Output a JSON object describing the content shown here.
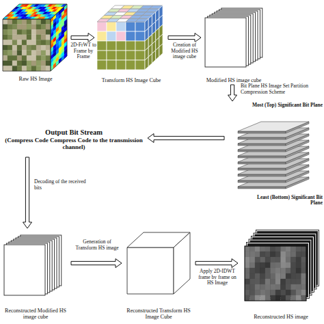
{
  "diagram": {
    "nodes": [
      {
        "text": [
          "Raw HS Image"
        ]
      },
      {
        "text": [
          "Transform HS Image Cube"
        ]
      },
      {
        "text": [
          "Modified HS image cube"
        ]
      },
      {
        "text": [
          "Most (Top) Significant Bit Plane",
          "Least (Bottom) Significant Bit Plane"
        ]
      },
      {
        "text": [
          "Output Bit Stream",
          "(Compress Code Compress Code to the transmission channel)"
        ]
      },
      {
        "text": [
          "Reconstructed Modified HS image cube"
        ]
      },
      {
        "text": [
          "Reconstructed Transform HS Image Cube"
        ]
      },
      {
        "text": [
          "Reconstructed HS image"
        ]
      }
    ],
    "edges": [
      {
        "from": 0,
        "to": 1,
        "arrow": "to",
        "label": "2D-FrWT to Frame by Frame"
      },
      {
        "from": 1,
        "to": 2,
        "arrow": "to",
        "label": "Creation of Modified HS image cube"
      },
      {
        "from": 2,
        "to": 3,
        "arrow": "to",
        "label": "Bit Plane HS Image Set Partition Compression Scheme"
      },
      {
        "from": 3,
        "to": 4,
        "arrow": "to"
      },
      {
        "from": 4,
        "to": 5,
        "arrow": "to",
        "label": "Decoding of the received bits"
      },
      {
        "from": 5,
        "to": 6,
        "arrow": "to",
        "label": "Generation of Transform HS image"
      },
      {
        "from": 6,
        "to": 7,
        "arrow": "to",
        "label": "Apply 2D-IDWT frame by frame on HS Image"
      }
    ]
  }
}
